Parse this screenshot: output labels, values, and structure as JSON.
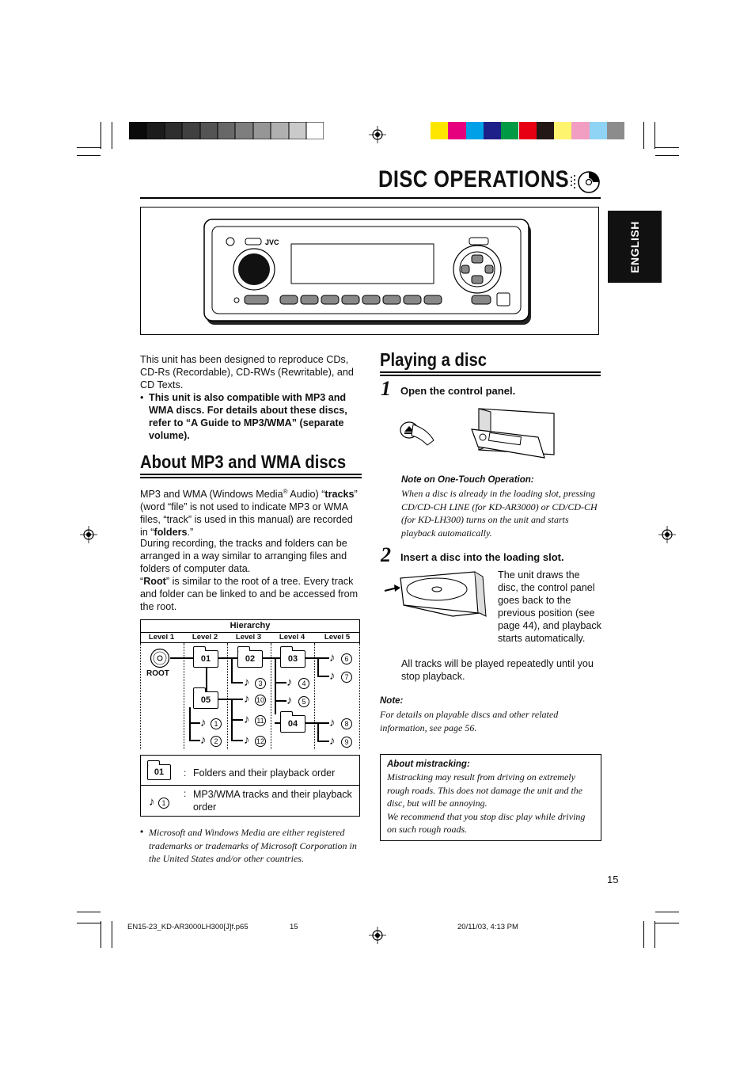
{
  "header": {
    "title": "DISC OPERATIONS",
    "gray_swatches": [
      "#0a0a0a",
      "#1c1c1c",
      "#2e2e2e",
      "#404040",
      "#545454",
      "#686868",
      "#7e7e7e",
      "#969696",
      "#b0b0b0",
      "#cacaca",
      "#ffffff"
    ],
    "color_swatches": [
      "#ffe600",
      "#e6007e",
      "#00a0e9",
      "#1d2088",
      "#009944",
      "#e60012",
      "#231815",
      "#fff46e",
      "#f19ec2",
      "#8fd3f5",
      "#8c8c8c"
    ]
  },
  "side_tab": {
    "label": "ENGLISH"
  },
  "left": {
    "intro": "This unit has been designed to reproduce CDs, CD-Rs (Recordable), CD-RWs (Rewritable), and CD Texts.",
    "bullet": "This unit is also compatible with MP3 and WMA discs. For details about these discs, refer to “A Guide to MP3/WMA” (separate volume).",
    "mp3_heading": "About MP3 and WMA discs",
    "p1_a": "MP3 and WMA (Windows Media",
    "p1_reg": "®",
    "p1_b": " Audio) “",
    "p1_tracks": "tracks",
    "p1_c": "” (word “file” is not used to indicate MP3 or WMA files, “track” is used in this manual) are recorded in “",
    "p1_folders": "folders",
    "p1_d": ".”",
    "p2": "During recording, the tracks and folders can be arranged in a way similar to arranging files and folders of computer data.",
    "p3_a": "“",
    "p3_root": "Root",
    "p3_b": "” is similar to the root of a tree. Every track and folder can be linked to and be accessed from the root.",
    "hierarchy": {
      "title": "Hierarchy",
      "levels": [
        "Level 1",
        "Level 2",
        "Level 3",
        "Level 4",
        "Level 5"
      ],
      "root_label": "ROOT",
      "folders": [
        "01",
        "02",
        "03",
        "05",
        "04"
      ],
      "tracks": [
        "1",
        "2",
        "3",
        "4",
        "5",
        "6",
        "7",
        "8",
        "9",
        "10",
        "11",
        "12"
      ]
    },
    "legend": {
      "folder_sample": "01",
      "folder_desc": "Folders and their playback order",
      "track_sample": "1",
      "track_desc": "MP3/WMA tracks and their playback order",
      "colon": ":"
    },
    "trademark": "Microsoft and Windows Media are either registered trademarks or trademarks of Microsoft Corporation in the United States and/or other countries."
  },
  "right": {
    "heading": "Playing a disc",
    "step1_num": "1",
    "step1_text": "Open the control panel.",
    "note1_title": "Note on One-Touch Operation:",
    "note1_text": "When a disc is already in the loading slot, pressing CD/CD-CH LINE (for KD-AR3000) or CD/CD-CH (for KD-LH300) turns on the unit and starts playback automatically.",
    "step2_num": "2",
    "step2_text": "Insert a disc into the loading slot.",
    "step2_desc": "The unit draws the disc, the control panel goes back to the previous position (see page 44), and playback starts automatically.",
    "repeat_text": "All tracks will be played repeatedly until you stop playback.",
    "note2_title": "Note:",
    "note2_text": "For details on playable discs and other related information, see page 56.",
    "box_title": "About mistracking:",
    "box_p1": "Mistracking may result from driving on extremely rough roads. This does not damage the unit and the disc, but will be annoying.",
    "box_p2": "We recommend that you stop disc play while driving on such rough roads."
  },
  "device": {
    "brand": "JVC"
  },
  "page_number": "15",
  "footer": {
    "file": "EN15-23_KD-AR3000LH300[J]f.p65",
    "page": "15",
    "date": "20/11/03, 4:13 PM"
  }
}
